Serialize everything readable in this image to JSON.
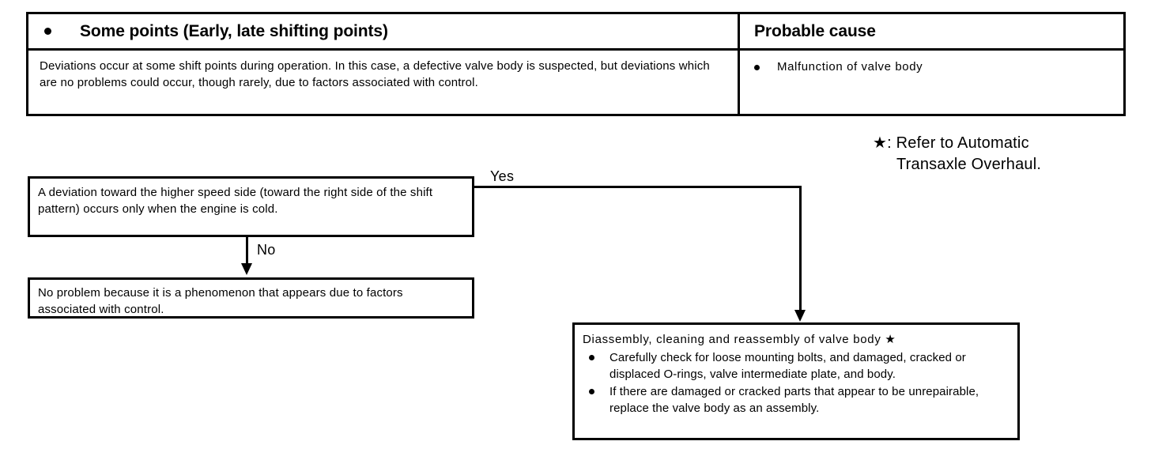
{
  "table": {
    "header": {
      "left_bullet": "bullet-icon",
      "left": "Some points (Early, late shifting points)",
      "right": "Probable cause"
    },
    "body": {
      "left": "Deviations occur at some shift points during operation. In this case, a defective valve body is suspected, but deviations which are no problems could occur, though rarely, due to factors associated with control.",
      "right_bullet": "bullet-icon",
      "right": "Malfunction of valve body"
    }
  },
  "footnote": {
    "line1": "★: Refer to Automatic",
    "line2": "Transaxle Overhaul."
  },
  "flow": {
    "box_cold": "A deviation toward the higher speed side (toward the right side of the shift pattern) occurs only when the engine is cold.",
    "label_yes": "Yes",
    "label_no": "No",
    "box_noproblem": "No problem because it is a phenomenon that appears due to factors associated with control.",
    "box_disassembly": {
      "headline": "Diassembly, cleaning and reassembly of valve body ★",
      "bullets": [
        "Carefully check for loose mounting bolts, and damaged, cracked or displaced O-rings, valve intermediate plate, and body.",
        "If there are damaged or cracked parts that appear to be unrepairable, replace the valve body as an assembly."
      ]
    }
  },
  "colors": {
    "ink": "#000000",
    "paper": "#ffffff"
  }
}
